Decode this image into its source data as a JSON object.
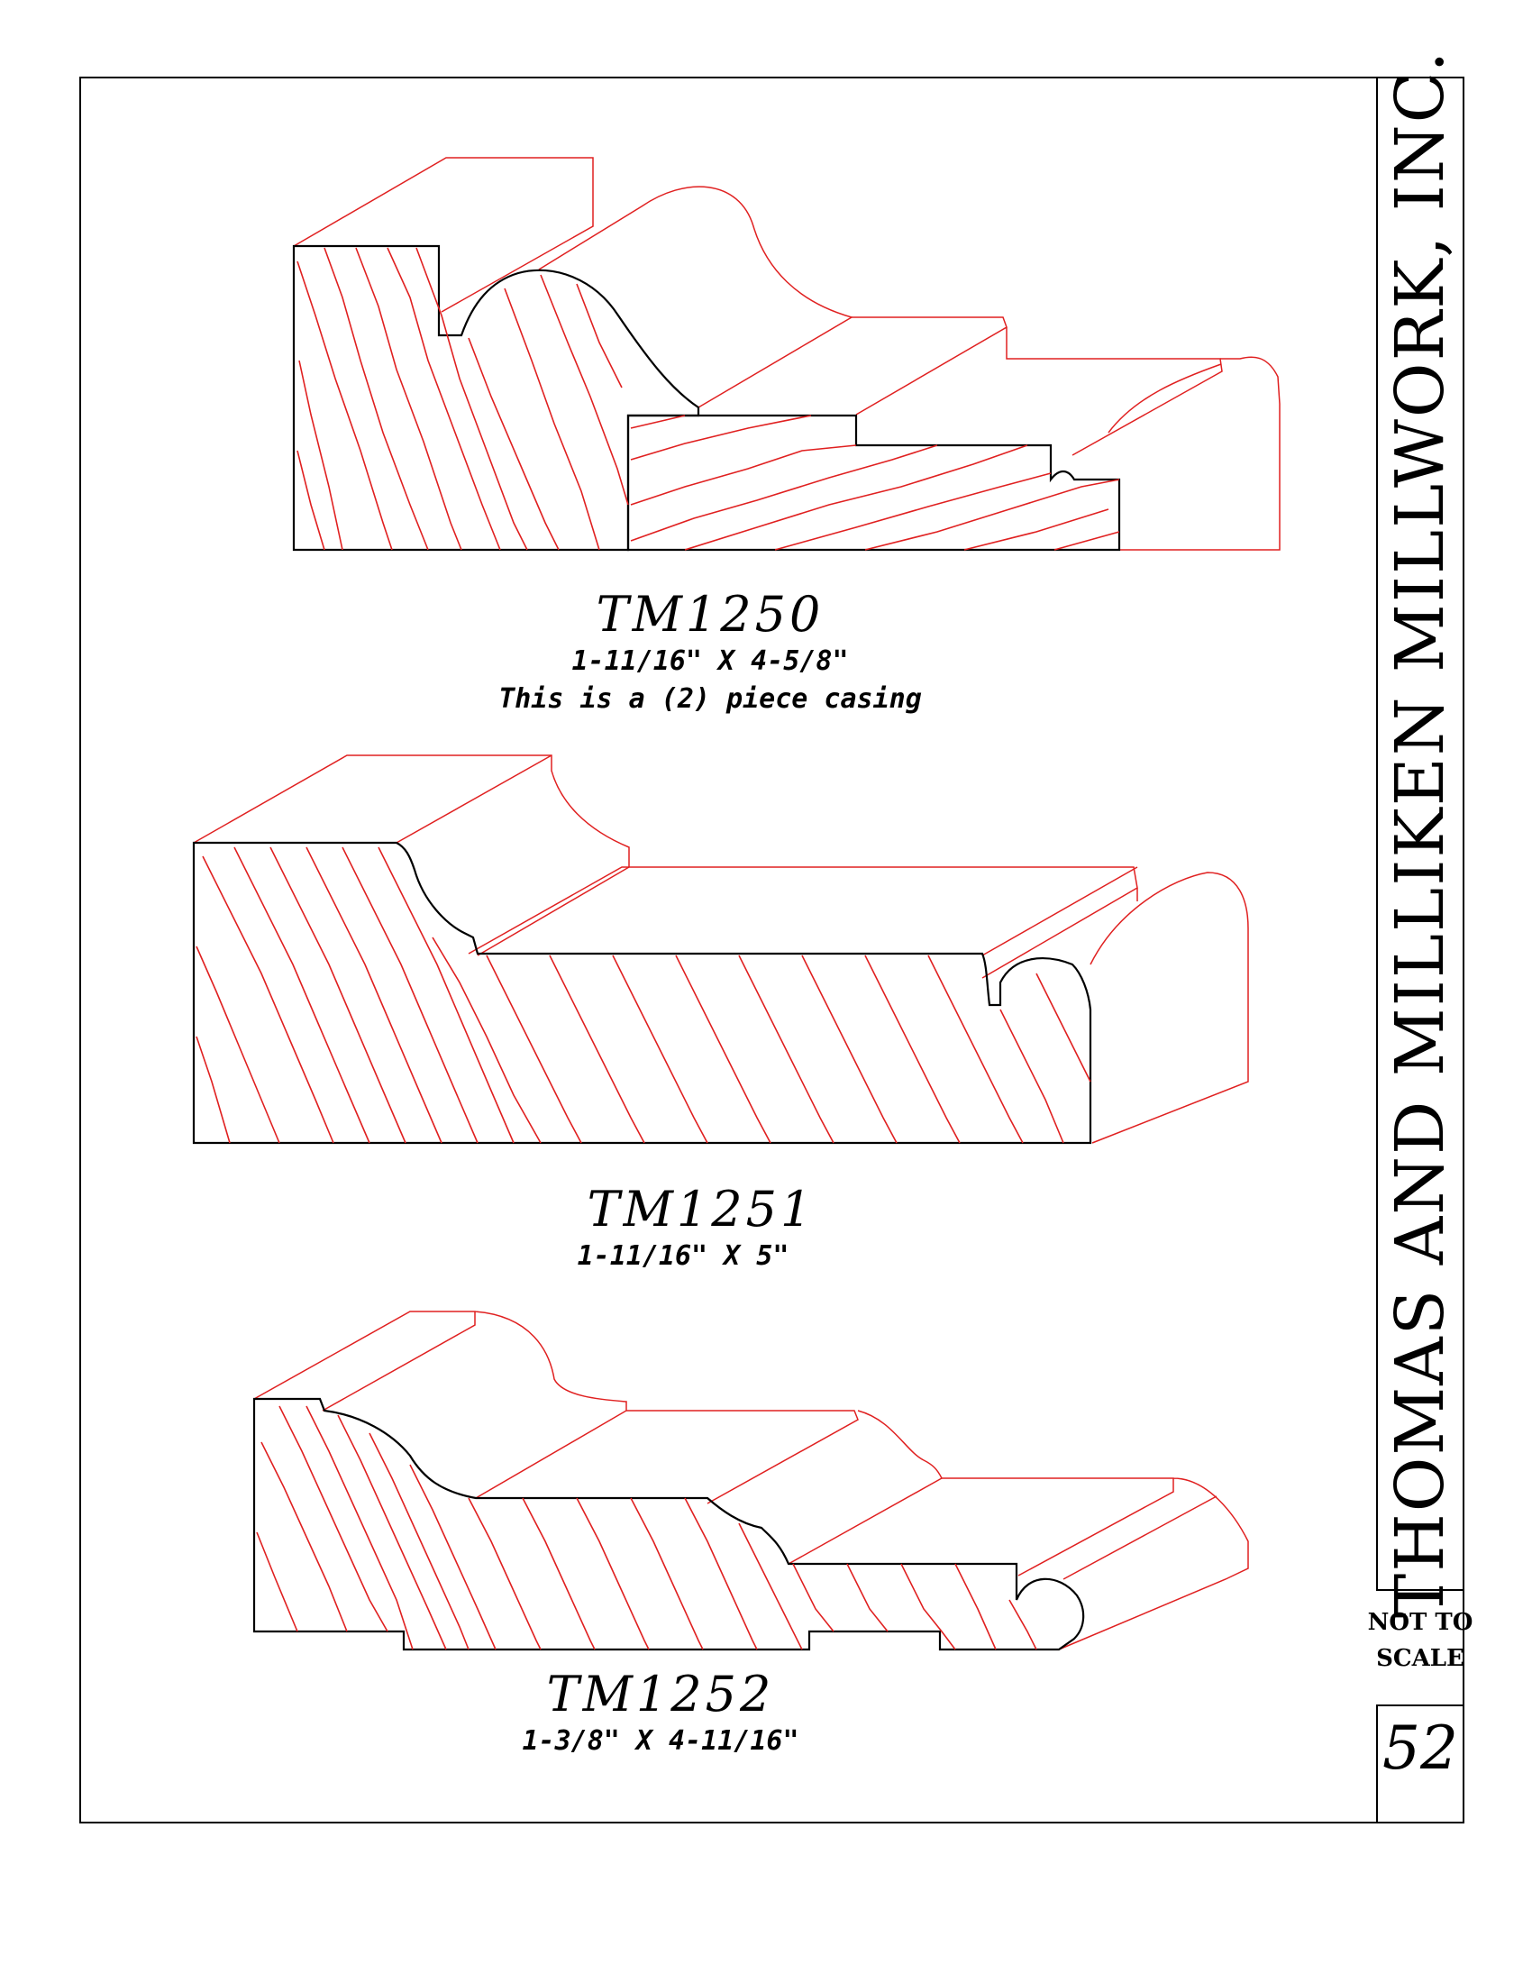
{
  "company": "THOMAS AND MILLIKEN MILLWORK, INC.",
  "scale_note": [
    "NOT TO",
    "SCALE"
  ],
  "page_number": "52",
  "colors": {
    "outline": "#000000",
    "grain": "#e02020"
  },
  "profiles": [
    {
      "model": "TM1250",
      "dimensions": "1-11/16\"  X  4-5/8\"",
      "note": "This is a (2) piece casing"
    },
    {
      "model": "TM1251",
      "dimensions": "1-11/16\"  X  5\""
    },
    {
      "model": "TM1252",
      "dimensions": "1-3/8\"  X  4-11/16\""
    }
  ]
}
